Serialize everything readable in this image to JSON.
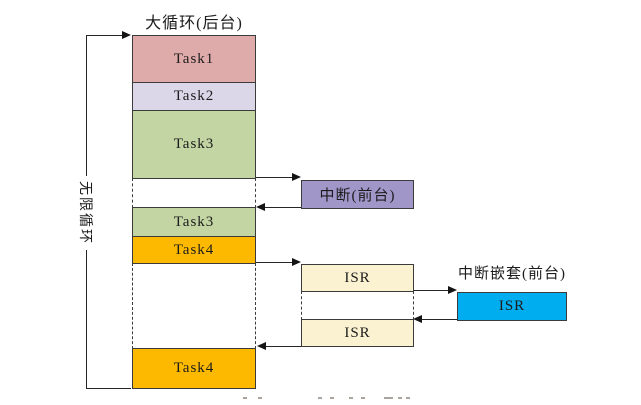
{
  "title": "大循环(后台)",
  "loop": {
    "label": "无限循环"
  },
  "column": {
    "blocks": [
      {
        "id": "task1",
        "label": "Task1"
      },
      {
        "id": "task2",
        "label": "Task2"
      },
      {
        "id": "task3a",
        "label": "Task3"
      },
      {
        "id": "task3b",
        "label": "Task3"
      },
      {
        "id": "task4a",
        "label": "Task4"
      },
      {
        "id": "task4b",
        "label": "Task4"
      }
    ]
  },
  "foreground": {
    "interrupt_label": "中断(前台)",
    "isr_top_label": "ISR",
    "isr_bottom_label": "ISR",
    "nested_title": "中断嵌套(前台)",
    "nested_isr_label": "ISR"
  },
  "colors": {
    "task1": "#DFAAAA",
    "task2": "#DBD7E9",
    "task3": "#C2D5A2",
    "task4": "#FCB900",
    "interrupt": "#A096C8",
    "isr": "#FBF2D1",
    "nested_isr": "#00ADEF",
    "line": "#262626"
  }
}
